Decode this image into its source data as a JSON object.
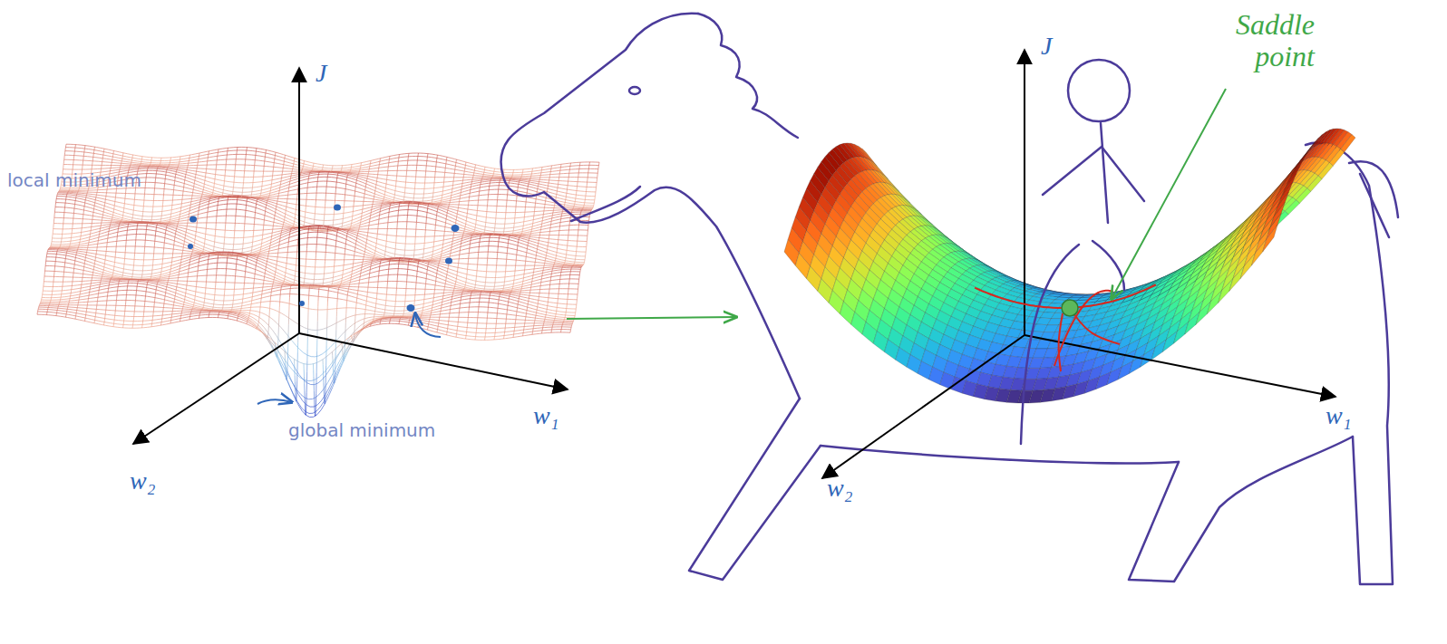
{
  "diagram": {
    "labels": [
      "local minimum",
      "global minimum",
      "J",
      "w₁",
      "w₂",
      "J",
      "Saddle point",
      "w₁",
      "w₂"
    ]
  }
}
